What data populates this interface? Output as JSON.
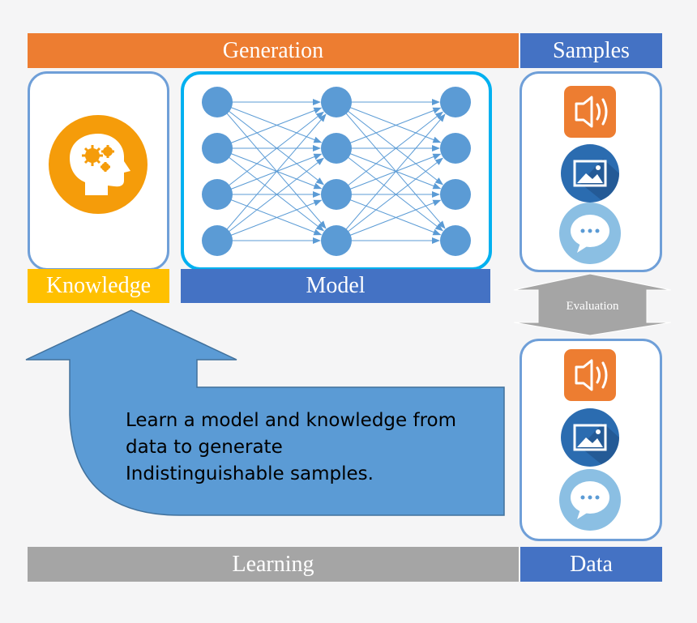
{
  "header": {
    "generation_label": "Generation",
    "samples_label": "Samples"
  },
  "labels": {
    "knowledge": "Knowledge",
    "model": "Model",
    "evaluation": "Evaluation"
  },
  "footer": {
    "learning_label": "Learning",
    "data_label": "Data"
  },
  "arrow_text": {
    "line1": "Learn a model and knowledge from",
    "line2": "data to generate",
    "line3": "Indistinguishable samples."
  },
  "network": {
    "layer_sizes": [
      4,
      4,
      4
    ]
  },
  "sample_icons": [
    "speaker-icon",
    "image-icon",
    "chat-bubble-icon"
  ],
  "colors": {
    "generation": "#ed7d31",
    "samples": "#4472c4",
    "knowledge": "#ffc000",
    "learning": "#a5a5a5",
    "node": "#5b9bd5",
    "arrow": "#5b9bd5"
  }
}
